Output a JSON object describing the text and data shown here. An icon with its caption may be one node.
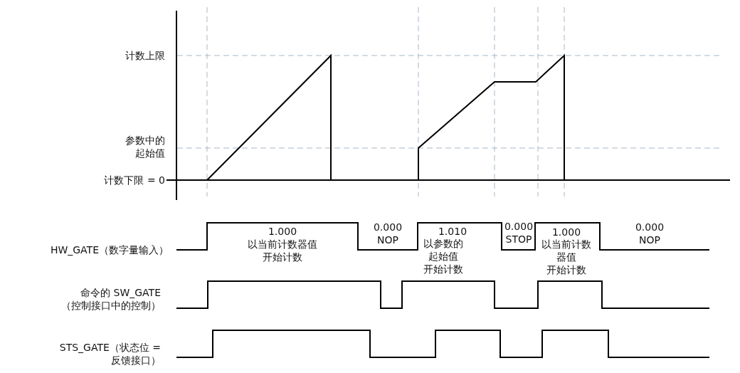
{
  "diagram": {
    "labels": [
      "计数上限",
      "参数中的起始值",
      "计数下限 = 0",
      "HW_GATE（数字量输入）",
      "1.000",
      "以当前计数器值开始计数",
      "0.000 NOP",
      "1.010",
      "以参数的起始值开始计数",
      "0.000 STOP",
      "1.000",
      "以当前计数器值开始计数",
      "0.000 NOP",
      "命令的 SW_GATE（控制接口中的控制）",
      "STS_GATE（状态位 = 反馈接口）"
    ]
  }
}
